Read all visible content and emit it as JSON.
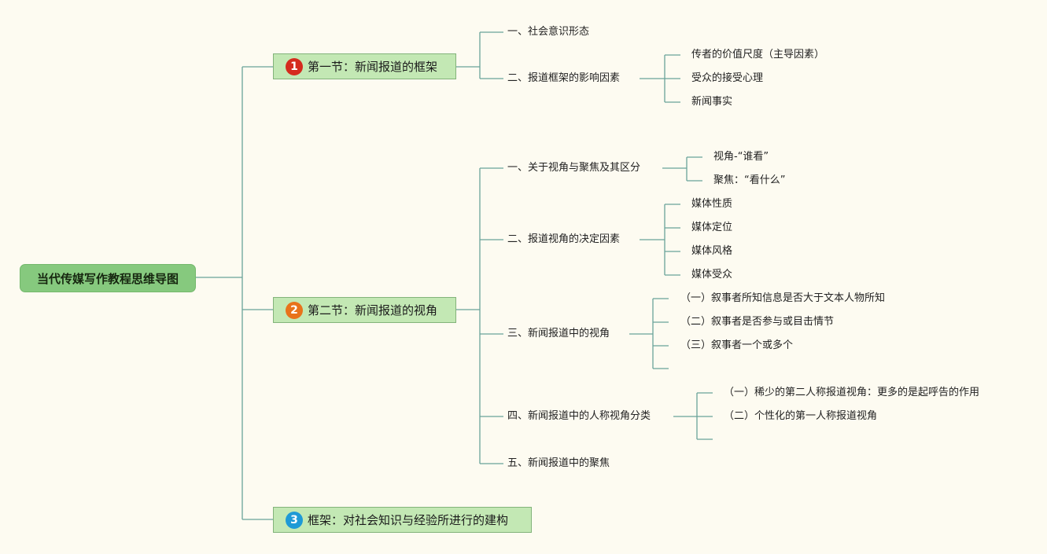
{
  "root": "当代传媒写作教程思维导图",
  "colors": {
    "line": "#6aa39a",
    "root_bg": "#86c97e",
    "section_bg": "#c3e8b4",
    "badge1": "#d52b1e",
    "badge2": "#e8731b",
    "badge3": "#1e9ad6"
  },
  "sections": [
    {
      "num": "1",
      "title": "第一节：新闻报道的框架",
      "items": [
        {
          "label": "一、社会意识形态"
        },
        {
          "label": "二、报道框架的影响因素",
          "children": [
            "传者的价值尺度（主导因素）",
            "受众的接受心理",
            "新闻事实"
          ]
        }
      ]
    },
    {
      "num": "2",
      "title": "第二节：新闻报道的视角",
      "items": [
        {
          "label": "一、关于视角与聚焦及其区分",
          "children": [
            "视角-“谁看”",
            "聚焦：“看什么”"
          ]
        },
        {
          "label": "二、报道视角的决定因素",
          "children": [
            "媒体性质",
            "媒体定位",
            "媒体风格",
            "媒体受众"
          ]
        },
        {
          "label": "三、新闻报道中的视角",
          "children": [
            "（一）叙事者所知信息是否大于文本人物所知",
            "（二）叙事者是否参与或目击情节",
            "（三）叙事者一个或多个"
          ]
        },
        {
          "label": "四、新闻报道中的人称视角分类",
          "children": [
            "（一）稀少的第二人称报道视角：更多的是起呼告的作用",
            "（二）个性化的第一人称报道视角"
          ]
        },
        {
          "label": "五、新闻报道中的聚焦"
        }
      ]
    },
    {
      "num": "3",
      "title": "框架：对社会知识与经验所进行的建构"
    }
  ]
}
